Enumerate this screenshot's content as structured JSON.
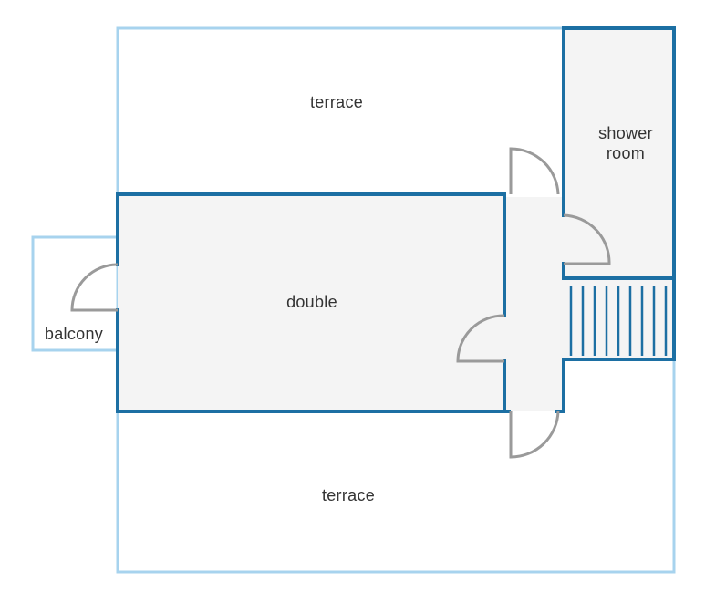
{
  "colors": {
    "interior_wall": "#1c6fa3",
    "outdoor_outline": "#a7d3ee",
    "room_fill": "#f4f4f4",
    "door": "#9a9a9a",
    "label": "#333333",
    "background": "#ffffff"
  },
  "rooms": {
    "terrace_top": {
      "label": "terrace"
    },
    "shower": {
      "line1": "shower",
      "line2": "room"
    },
    "double": {
      "label": "double"
    },
    "balcony": {
      "label": "balcony"
    },
    "terrace_bottom": {
      "label": "terrace"
    }
  }
}
